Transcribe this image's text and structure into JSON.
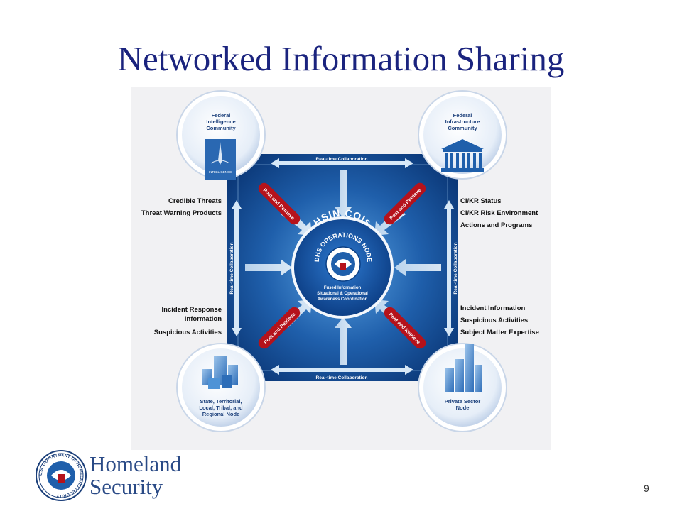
{
  "slide": {
    "title": "Networked Information Sharing",
    "page_number": "9"
  },
  "diagram": {
    "center": {
      "top_arc": "HSIN COIs",
      "ring_text": "DHS OPERATIONS NODE",
      "seal_text": "U.S. DEPARTMENT OF HOMELAND SECURITY",
      "caption": [
        "Fused Information",
        "Situational & Operational",
        "Awareness Coordination"
      ]
    },
    "edge_labels": {
      "top": "Real-time Collaboration",
      "bottom": "Real-time Collaboration",
      "left": "Real-time Collaboration",
      "right": "Real-time Collaboration"
    },
    "diagonal_label": "Post and Retrieve",
    "nodes": {
      "top_left": {
        "label": [
          "Federal",
          "Intelligence",
          "Community"
        ],
        "emblem_text": "INTELLIGENCE",
        "icon": "intelligence-community-emblem"
      },
      "top_right": {
        "label": [
          "Federal",
          "Infrastructure",
          "Community"
        ],
        "icon": "capitol-building-icon"
      },
      "bottom_left": {
        "label": [
          "State, Territorial,",
          "Local, Tribal, and",
          "Regional Node"
        ],
        "icon": "city-blocks-icon"
      },
      "bottom_right": {
        "label": [
          "Private Sector",
          "Node"
        ],
        "icon": "skyscrapers-icon"
      }
    },
    "side_text": {
      "top_left": [
        "Credible Threats",
        "Threat Warning Products"
      ],
      "bottom_left": [
        "Incident Response",
        "Information",
        "Suspicious Activities"
      ],
      "top_right": [
        "CI/KR Status",
        "CI/KR Risk Environment",
        "Actions and Programs"
      ],
      "bottom_right": [
        "Incident Information",
        "Suspicious Activities",
        "Subject Matter Expertise"
      ]
    },
    "colors": {
      "blue_dark": "#0b3f84",
      "blue_light": "#4f93d6",
      "red": "#b5121b"
    }
  },
  "footer": {
    "wordmark": [
      "Homeland",
      "Security"
    ],
    "seal_text": "U.S. DEPARTMENT OF HOMELAND SECURITY"
  }
}
